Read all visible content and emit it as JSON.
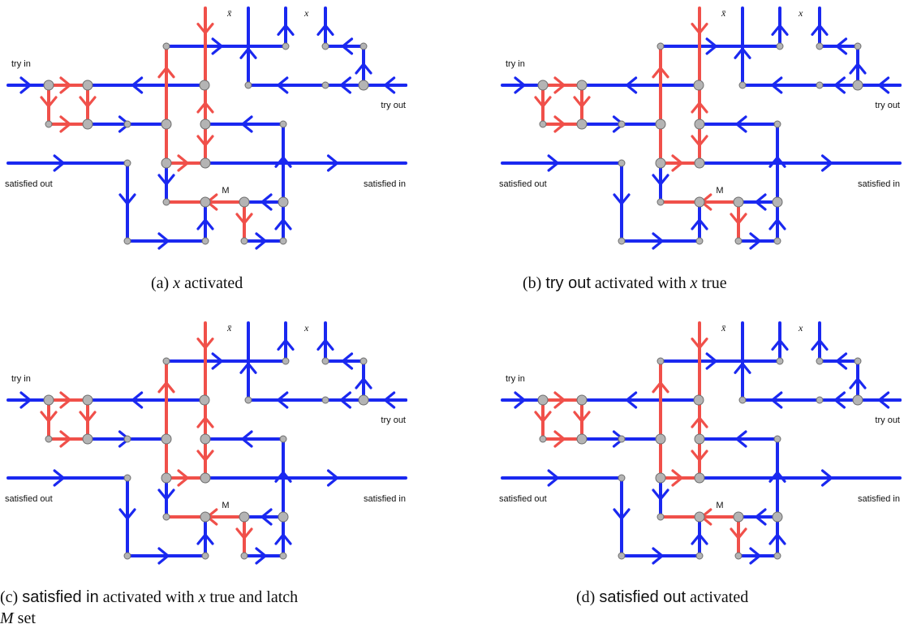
{
  "colors": {
    "wire": "#1a28f0",
    "active": "#f0504a",
    "node_fill": "#b4b4b4",
    "node_stroke": "#6e6e6e",
    "glow_red": "#f88a84",
    "glow_blue": "#8f98ff"
  },
  "labels": {
    "x_bar": "x̄",
    "x": "x",
    "try_in": "try in",
    "try_out": "try out",
    "satisfied_out": "satisfied out",
    "satisfied_in": "satisfied in",
    "M": "M"
  },
  "panels": [
    {
      "id": "a",
      "caption": {
        "prefix": "(a) ",
        "sans": "",
        "var": "x",
        "suffix": " activated"
      },
      "red": [
        "trF",
        "trB1",
        "trD1",
        "trL1",
        "trL2",
        "trC1",
        "trM",
        "trC2",
        "trC3",
        "trC4",
        "trBT1",
        "trBT2"
      ],
      "arrows_override": {},
      "glow": [
        "g_trF",
        "g_trC3",
        "g_trM"
      ],
      "glow_blue": [
        "g_xtop"
      ]
    },
    {
      "id": "b",
      "caption": {
        "prefix": "(b) ",
        "sans": "try out",
        "var": "x",
        "suffix": " true",
        "mid": " activated with "
      },
      "red": [
        "trF",
        "trB1",
        "trD1",
        "trL1",
        "trL2",
        "trC1",
        "trM",
        "trC2",
        "trC3",
        "trC4",
        "trBT1",
        "trBT2"
      ],
      "arrows_override": {},
      "glow": [
        "g_trF",
        "g_trC3",
        "g_trM"
      ],
      "glow_blue": [
        "g_tryout"
      ]
    },
    {
      "id": "c",
      "caption": {
        "prefix": "(c) ",
        "sans": "satisfied in",
        "mid": " activated with ",
        "var": "x",
        "suffix": " true and latch",
        "line2": "M",
        "line2suffix": " set"
      },
      "red": [
        "trF",
        "trB1",
        "trD1",
        "trL1",
        "trL2",
        "trC1",
        "trM",
        "trC2",
        "trC3",
        "trC4",
        "trBT1",
        "trBT2"
      ],
      "arrows_override": {},
      "glow": [
        "g_trF",
        "g_trC4",
        "g_trM"
      ],
      "glow_blue": []
    },
    {
      "id": "d",
      "caption": {
        "prefix": "(d) ",
        "sans": "satisfied out",
        "var": "",
        "suffix": " activated"
      },
      "red": [
        "trF",
        "trB1",
        "trD1",
        "trL1",
        "trL2",
        "trC1",
        "trM",
        "trC2",
        "trC3",
        "trC4",
        "trBT1",
        "trBT2"
      ],
      "arrows_override": {},
      "glow": [
        "g_trF",
        "g_trC4"
      ],
      "glow_blue": [
        "g_satout"
      ]
    }
  ]
}
